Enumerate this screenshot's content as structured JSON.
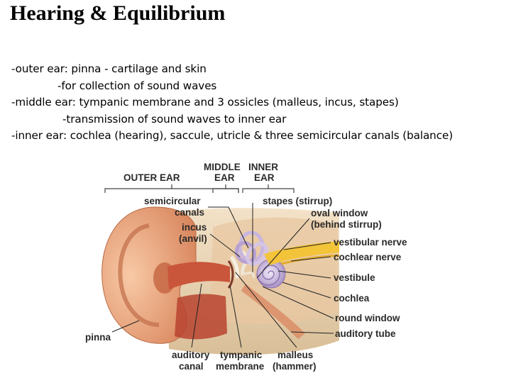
{
  "slide": {
    "title": "Hearing & Equilibrium",
    "bullets": [
      {
        "term": "-outer ear: pinna",
        "text": " - cartilage and skin"
      },
      {
        "term": "",
        "text": "-for collection of sound waves"
      },
      {
        "term": "-middle ear: tympanic membrane and 3 ossicles (malleus, incus, stapes)",
        "text": ""
      },
      {
        "term": "",
        "text": "-transmission of sound waves to inner ear"
      },
      {
        "term": "-inner ear:",
        "text": " cochlea (hearing), saccule, utricle & three semicircular canals (balance)"
      }
    ]
  },
  "figure": {
    "regions": {
      "outer": "OUTER EAR",
      "middle_1": "MIDDLE",
      "middle_2": "EAR",
      "inner_1": "INNER",
      "inner_2": "EAR"
    },
    "labels": {
      "semicircular_1": "semicircular",
      "semicircular_2": "canals",
      "incus_1": "incus",
      "incus_2": "(anvil)",
      "stapes": "stapes (stirrup)",
      "oval_1": "oval window",
      "oval_2": "(behind stirrup)",
      "vestibular_nerve": "vestibular nerve",
      "cochlear_nerve": "cochlear nerve",
      "vestibule": "vestibule",
      "cochlea": "cochlea",
      "round_window": "round window",
      "auditory_tube": "auditory tube",
      "pinna": "pinna",
      "auditory_canal_1": "auditory",
      "auditory_canal_2": "canal",
      "tympanic_1": "tympanic",
      "tympanic_2": "membrane",
      "malleus_1": "malleus",
      "malleus_2": "(hammer)"
    }
  },
  "colors": {
    "skin": "#f0b48f",
    "skin_dark": "#d98a63",
    "bone": "#e9d3b4",
    "canal": "#c9553b",
    "cochlea": "#d8c8e8",
    "nerve": "#f3c43a"
  }
}
